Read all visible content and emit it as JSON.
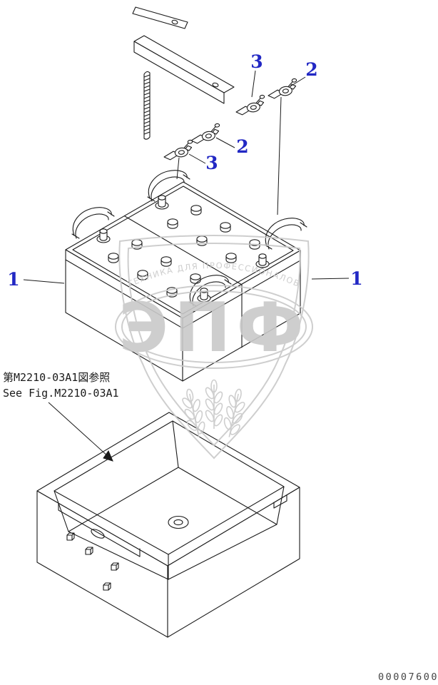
{
  "colors": {
    "callout": "#2228c4",
    "line": "#1a1a1a",
    "watermark": "#c9c9c9",
    "part_number": "#454545"
  },
  "callouts": {
    "one_left": "1",
    "one_right": "1",
    "two_upper": "2",
    "two_lower": "2",
    "three_upper": "3",
    "three_lower": "3"
  },
  "reference_note": {
    "line1": "第M2210-03A1図参照",
    "line2": "See Fig.M2210-03A1"
  },
  "watermark": {
    "brand": "ЭПФ",
    "slogan": "ТЕХНИКА ДЛЯ ПРОФЕССИОНАЛОВ"
  },
  "footer": {
    "part_number": "00007600"
  }
}
